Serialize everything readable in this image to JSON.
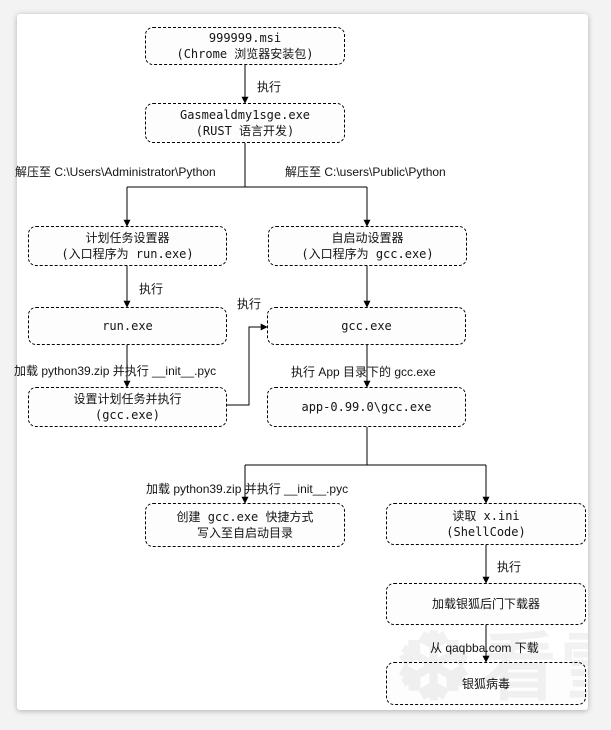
{
  "diagram": {
    "nodes": {
      "msi": {
        "line1": "999999.msi",
        "line2": "(Chrome 浏览器安装包)"
      },
      "dropper": {
        "line1": "Gasmealdmy1sge.exe",
        "line2": "(RUST 语言开发)"
      },
      "task_setter": {
        "line1": "计划任务设置器",
        "line2": "(入口程序为 run.exe)"
      },
      "autostart_setter": {
        "line1": "自启动设置器",
        "line2": "(入口程序为 gcc.exe)"
      },
      "run_exe": {
        "line1": "run.exe"
      },
      "gcc_exe": {
        "line1": "gcc.exe"
      },
      "set_task": {
        "line1": "设置计划任务并执行",
        "line2": "(gcc.exe)"
      },
      "app_gcc": {
        "line1": "app-0.99.0\\gcc.exe"
      },
      "create_shortcut": {
        "line1": "创建 gcc.exe 快捷方式",
        "line2": "写入至自启动目录"
      },
      "read_ini": {
        "line1": "读取 x.ini",
        "line2": "(ShellCode)"
      },
      "backdoor_loader": {
        "line1": "加载银狐后门下载器"
      },
      "virus": {
        "line1": "银狐病毒"
      }
    },
    "edge_labels": {
      "exec_top": "执行",
      "unzip_admin": "解压至 C:\\Users\\Administrator\\Python",
      "unzip_public": "解压至 C:\\users\\Public\\Python",
      "exec_run": "执行",
      "exec_gcc": "执行",
      "load_pyc_run": "加载 python39.zip 并执行 __init__.pyc",
      "exec_app_gcc": "执行 App 目录下的 gcc.exe",
      "load_pyc_app": "加载 python39.zip 并执行 __init__.pyc",
      "exec_shellcode": "执行",
      "download_from": "从 qaqbba.com 下载"
    },
    "watermark": {
      "text": "看雪",
      "icon": "snowflake-icon"
    },
    "colors": {
      "line": "#000000",
      "box_border": "#000000",
      "box_fill": "#fdfdfd",
      "text": "#141414",
      "card_bg": "#ffffff",
      "page_bg": "#f3f3f4"
    }
  }
}
